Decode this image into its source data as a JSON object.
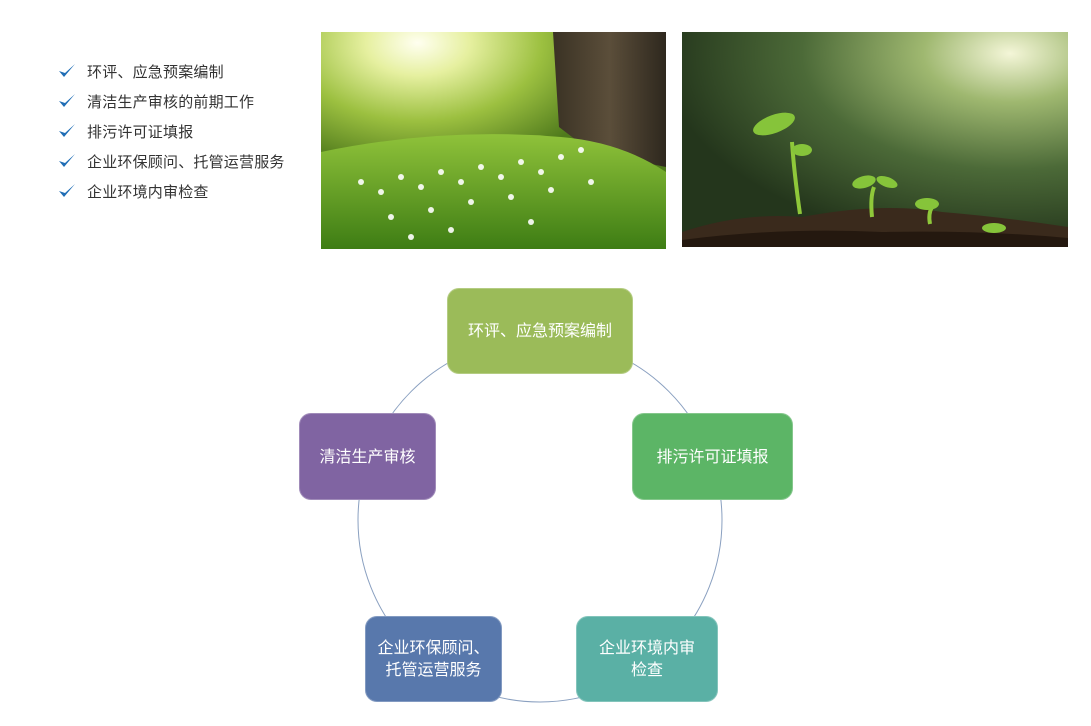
{
  "checklist": {
    "items": [
      "环评、应急预案编制",
      "清洁生产审核的前期工作",
      "排污许可证填报",
      "企业环保顾问、托管运营服务",
      "企业环境内审检查"
    ],
    "icon": "check-icon",
    "icon_color": "#1f6db5"
  },
  "photos": {
    "left": "grass-sunlight-photo",
    "right": "sprouts-in-soil-photo"
  },
  "cycle": {
    "nodes": [
      {
        "label": "环评、应急预案编制",
        "color": "#9bbb59"
      },
      {
        "label": "排污许可证填报",
        "color": "#5cb566"
      },
      {
        "label": "企业环境内审\n检查",
        "color": "#5ab0a5"
      },
      {
        "label": "企业环保顾问、\n托管运营服务",
        "color": "#5878ac"
      },
      {
        "label": "清洁生产审核",
        "color": "#8064a2"
      }
    ]
  }
}
